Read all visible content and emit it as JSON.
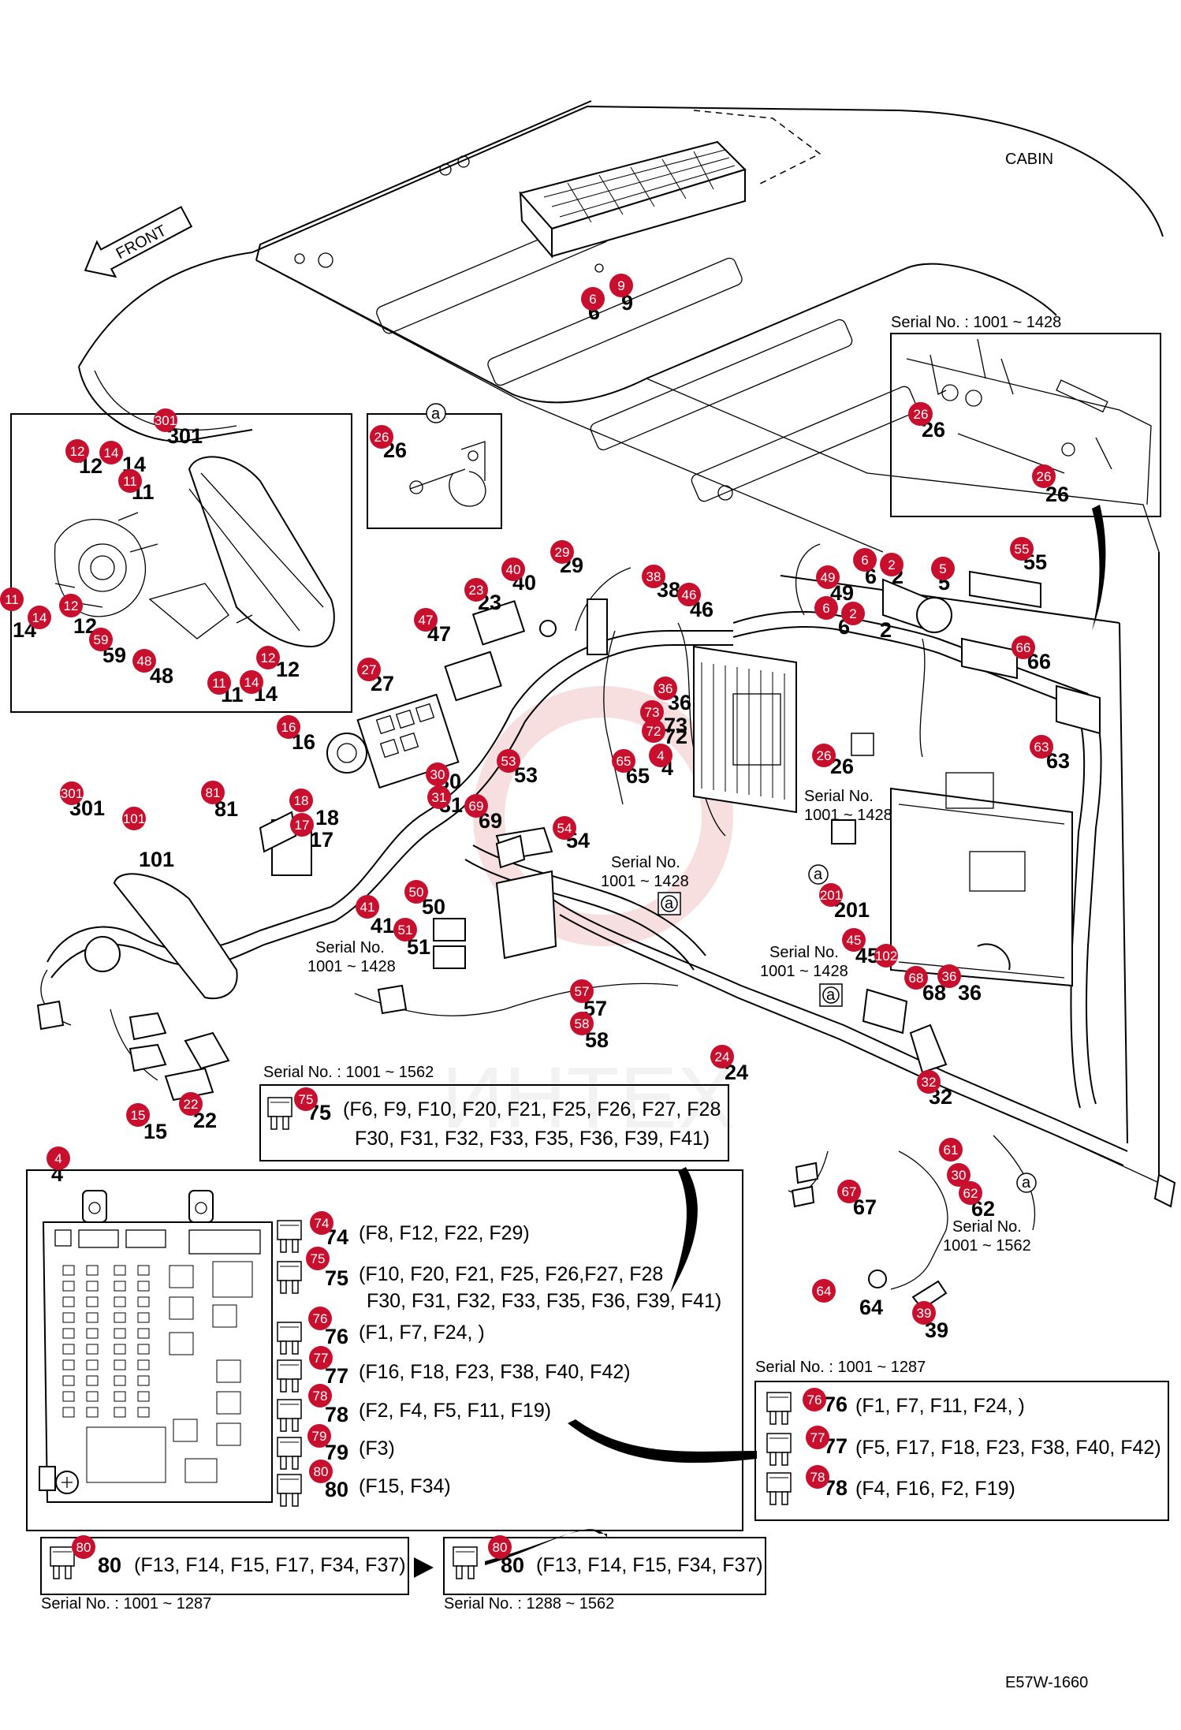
{
  "diagram": {
    "code": "E57W-1660",
    "cabin_label": "CABIN",
    "front_label": "FRONT",
    "colors": {
      "badge": "#c8102e",
      "line": "#000000",
      "watermark": "#f2c0c0"
    }
  },
  "serial_notes": {
    "top_right": "Serial No. : 1001 ~ 1428",
    "center_1": "Serial No.",
    "center_1b": "1001 ~ 1428",
    "center_2": "Serial No.",
    "center_2b": "1001 ~ 1428",
    "mid_left": "Serial No.",
    "mid_leftb": "1001 ~ 1428",
    "mid_right": "Serial No.",
    "mid_rightb": "1001 ~ 1428",
    "fuse75_box": "Serial No. : 1001 ~ 1562",
    "lower_right": "Serial No.",
    "lower_rightb": "1001 ~ 1562",
    "box_right": "Serial No. : 1001 ~ 1287",
    "bottom_left": "Serial No. : 1001 ~ 1287",
    "bottom_mid": "Serial No. : 1288 ~ 1562"
  },
  "fuse_lists": {
    "b75_top_1": "(F6, F9, F10, F20, F21, F25, F26, F27, F28",
    "b75_top_2": "F30, F31, F32, F33, F35, F36, F39, F41)",
    "f74": "(F8, F12, F22, F29)",
    "f75_1": "(F10, F20, F21, F25, F26,F27, F28",
    "f75_2": "F30, F31, F32, F33, F35, F36, F39, F41)",
    "f76": "(F1, F7, F24, )",
    "f77": "(F16, F18, F23, F38, F40, F42)",
    "f78": "(F2, F4, F5, F11, F19)",
    "f79": "(F3)",
    "f80": "(F15, F34)",
    "r76": "(F1, F7, F11, F24, )",
    "r77": "(F5, F17, F18, F23, F38, F40, F42)",
    "r78": "(F4, F16, F2, F19)",
    "bl80": "(F13, F14, F15, F17, F34, F37)",
    "bm80": "(F13, F14, F15, F34, F37)"
  },
  "callouts": [
    "6",
    "9",
    "26",
    "26",
    "26",
    "301",
    "12",
    "14",
    "11",
    "11",
    "14",
    "12",
    "59",
    "48",
    "12",
    "11",
    "14",
    "26",
    "29",
    "40",
    "23",
    "47",
    "27",
    "38",
    "46",
    "6",
    "2",
    "49",
    "6",
    "2",
    "5",
    "55",
    "66",
    "36",
    "73",
    "72",
    "65",
    "4",
    "16",
    "30",
    "31",
    "69",
    "53",
    "54",
    "301",
    "101",
    "81",
    "18",
    "17",
    "50",
    "41",
    "51",
    "26",
    "63",
    "201",
    "45",
    "102",
    "68",
    "36",
    "57",
    "58",
    "24",
    "32",
    "75",
    "15",
    "22",
    "4",
    "74",
    "75",
    "76",
    "77",
    "78",
    "79",
    "80",
    "61",
    "30",
    "62",
    "67",
    "64",
    "39",
    "76",
    "77",
    "78",
    "80",
    "80"
  ],
  "callout_labels": {
    "n6": "6",
    "n9": "9",
    "n26": "26",
    "n301": "301",
    "n12": "12",
    "n14": "14",
    "n11": "11",
    "n59": "59",
    "n48": "48",
    "n29": "29",
    "n40": "40",
    "n23": "23",
    "n47": "47",
    "n27": "27",
    "n38": "38",
    "n46": "46",
    "n2": "2",
    "n49": "49",
    "n5": "5",
    "n55": "55",
    "n66": "66",
    "n36": "36",
    "n73": "73",
    "n72": "72",
    "n65": "65",
    "n4": "4",
    "n16": "16",
    "n30": "30",
    "n31": "31",
    "n69": "69",
    "n53": "53",
    "n54": "54",
    "n101": "101",
    "n81": "81",
    "n18": "18",
    "n17": "17",
    "n50": "50",
    "n41": "41",
    "n51": "51",
    "n63": "63",
    "n201": "201",
    "n45": "45",
    "n102": "102",
    "n68": "68",
    "n57": "57",
    "n58": "58",
    "n24": "24",
    "n32": "32",
    "n75": "75",
    "n15": "15",
    "n22": "22",
    "n74": "74",
    "n76": "76",
    "n77": "77",
    "n78": "78",
    "n79": "79",
    "n80": "80",
    "n61": "61",
    "n62": "62",
    "n67": "67",
    "n64": "64",
    "n39": "39",
    "a": "a"
  }
}
